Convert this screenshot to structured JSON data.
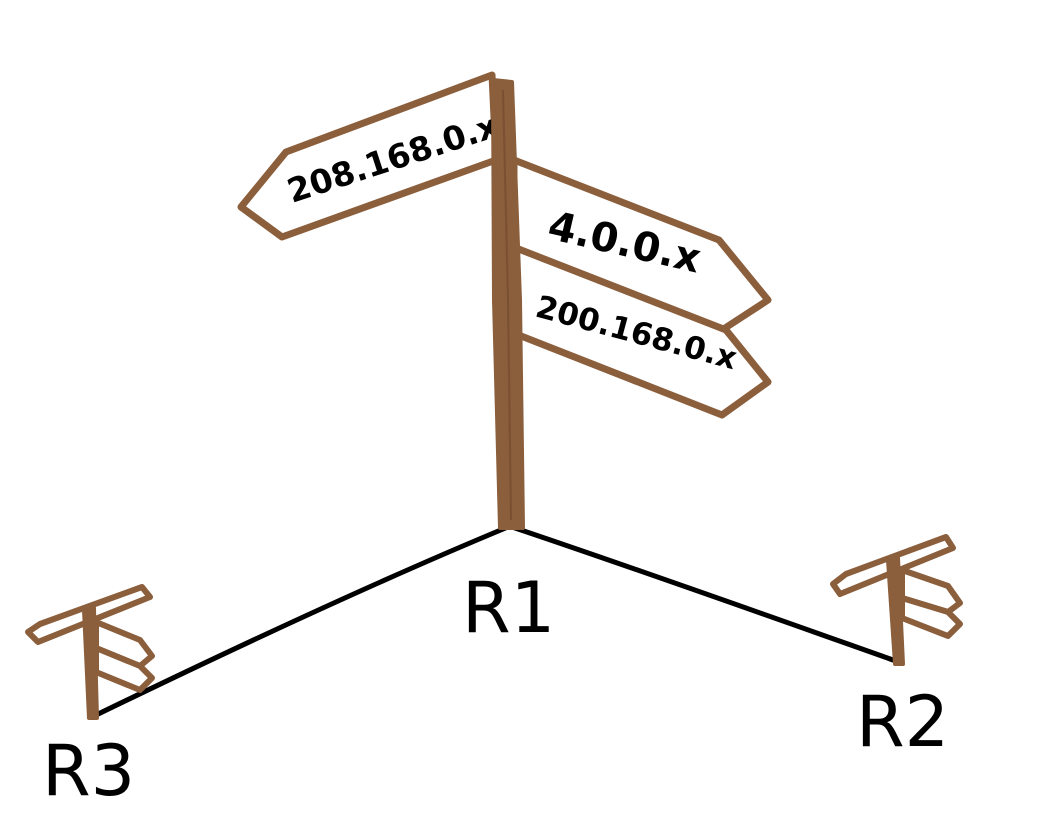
{
  "colors": {
    "wood": "#8b5e3c",
    "board_fill": "#ffffff",
    "link": "#000000",
    "text": "#000000"
  },
  "signpost": {
    "signs": [
      {
        "text": "208.168.0.x",
        "direction": "left"
      },
      {
        "text": "4.0.0.x",
        "direction": "right"
      },
      {
        "text": "200.168.0.x",
        "direction": "right"
      }
    ]
  },
  "routers": [
    {
      "id": "R1",
      "label": "R1"
    },
    {
      "id": "R2",
      "label": "R2"
    },
    {
      "id": "R3",
      "label": "R3"
    }
  ],
  "links": [
    {
      "from": "R1",
      "to": "R2"
    },
    {
      "from": "R1",
      "to": "R3"
    }
  ]
}
